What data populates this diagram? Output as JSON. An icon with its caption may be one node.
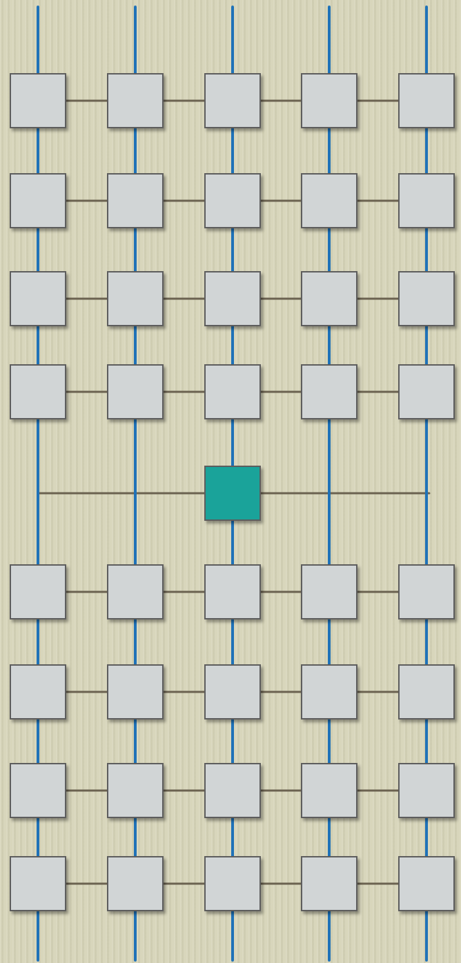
{
  "diagram": {
    "nodes": [
      {
        "text": [],
        "shape": "box"
      },
      {
        "text": [],
        "shape": "box"
      },
      {
        "text": [],
        "shape": "box"
      },
      {
        "text": [],
        "shape": "box"
      },
      {
        "text": [],
        "shape": "box"
      },
      {
        "text": [],
        "shape": "box"
      },
      {
        "text": [],
        "shape": "box"
      },
      {
        "text": [],
        "shape": "box"
      },
      {
        "text": [],
        "shape": "box"
      },
      {
        "text": [],
        "shape": "box"
      },
      {
        "text": [],
        "shape": "box"
      },
      {
        "text": [],
        "shape": "box"
      },
      {
        "text": [],
        "shape": "box"
      },
      {
        "text": [],
        "shape": "box"
      },
      {
        "text": [],
        "shape": "box"
      },
      {
        "text": [],
        "shape": "box"
      },
      {
        "text": [],
        "shape": "box"
      },
      {
        "text": [],
        "shape": "box"
      },
      {
        "text": [],
        "shape": "box"
      },
      {
        "text": [],
        "shape": "box"
      },
      {
        "text": [],
        "shape": "box"
      },
      {
        "text": [],
        "shape": "box"
      },
      {
        "text": [],
        "shape": "box"
      },
      {
        "text": [],
        "shape": "box"
      },
      {
        "text": [],
        "shape": "box"
      },
      {
        "text": [],
        "shape": "box"
      },
      {
        "text": [],
        "shape": "box"
      },
      {
        "text": [],
        "shape": "box"
      },
      {
        "text": [],
        "shape": "box"
      },
      {
        "text": [],
        "shape": "box"
      },
      {
        "text": [],
        "shape": "box"
      },
      {
        "text": [],
        "shape": "box"
      },
      {
        "text": [],
        "shape": "box"
      },
      {
        "text": [],
        "shape": "box"
      },
      {
        "text": [],
        "shape": "box"
      },
      {
        "text": [],
        "shape": "box"
      },
      {
        "text": [],
        "shape": "box"
      },
      {
        "text": [],
        "shape": "box"
      },
      {
        "text": [],
        "shape": "box"
      },
      {
        "text": [],
        "shape": "box"
      },
      {
        "text": [],
        "shape": "box"
      }
    ],
    "edges": [
      {
        "from": 0,
        "to": 1,
        "arrow": "none",
        "color": "#6b6250"
      },
      {
        "from": 1,
        "to": 2,
        "arrow": "none",
        "color": "#6b6250"
      },
      {
        "from": 2,
        "to": 3,
        "arrow": "none",
        "color": "#6b6250"
      },
      {
        "from": 3,
        "to": 4,
        "arrow": "none",
        "color": "#6b6250"
      },
      {
        "from": 5,
        "to": 6,
        "arrow": "none",
        "color": "#6b6250"
      },
      {
        "from": 6,
        "to": 7,
        "arrow": "none",
        "color": "#6b6250"
      },
      {
        "from": 7,
        "to": 8,
        "arrow": "none",
        "color": "#6b6250"
      },
      {
        "from": 8,
        "to": 9,
        "arrow": "none",
        "color": "#6b6250"
      },
      {
        "from": 10,
        "to": 11,
        "arrow": "none",
        "color": "#6b6250"
      },
      {
        "from": 11,
        "to": 12,
        "arrow": "none",
        "color": "#6b6250"
      },
      {
        "from": 12,
        "to": 13,
        "arrow": "none",
        "color": "#6b6250"
      },
      {
        "from": 13,
        "to": 14,
        "arrow": "none",
        "color": "#6b6250"
      },
      {
        "from": 15,
        "to": 16,
        "arrow": "none",
        "color": "#6b6250"
      },
      {
        "from": 16,
        "to": 17,
        "arrow": "none",
        "color": "#6b6250"
      },
      {
        "from": 17,
        "to": 18,
        "arrow": "none",
        "color": "#6b6250"
      },
      {
        "from": 18,
        "to": 19,
        "arrow": "none",
        "color": "#6b6250"
      },
      {
        "from": null,
        "to": 20,
        "arrow": "none",
        "color": "#6b6250"
      },
      {
        "from": 20,
        "to": null,
        "arrow": "none",
        "color": "#6b6250"
      },
      {
        "from": 21,
        "to": 22,
        "arrow": "none",
        "color": "#6b6250"
      },
      {
        "from": 22,
        "to": 23,
        "arrow": "none",
        "color": "#6b6250"
      },
      {
        "from": 23,
        "to": 24,
        "arrow": "none",
        "color": "#6b6250"
      },
      {
        "from": 24,
        "to": 25,
        "arrow": "none",
        "color": "#6b6250"
      },
      {
        "from": 26,
        "to": 27,
        "arrow": "none",
        "color": "#6b6250"
      },
      {
        "from": 27,
        "to": 28,
        "arrow": "none",
        "color": "#6b6250"
      },
      {
        "from": 28,
        "to": 29,
        "arrow": "none",
        "color": "#6b6250"
      },
      {
        "from": 29,
        "to": 30,
        "arrow": "none",
        "color": "#6b6250"
      },
      {
        "from": 31,
        "to": 32,
        "arrow": "none",
        "color": "#6b6250"
      },
      {
        "from": 32,
        "to": 33,
        "arrow": "none",
        "color": "#6b6250"
      },
      {
        "from": 33,
        "to": 34,
        "arrow": "none",
        "color": "#6b6250"
      },
      {
        "from": 34,
        "to": 35,
        "arrow": "none",
        "color": "#6b6250"
      },
      {
        "from": 36,
        "to": 37,
        "arrow": "none",
        "color": "#6b6250"
      },
      {
        "from": 37,
        "to": 38,
        "arrow": "none",
        "color": "#6b6250"
      },
      {
        "from": 38,
        "to": 39,
        "arrow": "none",
        "color": "#6b6250"
      },
      {
        "from": 39,
        "to": 40,
        "arrow": "none",
        "color": "#6b6250"
      },
      {
        "from": null,
        "to": 0,
        "arrow": "none"
      },
      {
        "from": 0,
        "to": 5,
        "arrow": "none"
      },
      {
        "from": 5,
        "to": 10,
        "arrow": "none"
      },
      {
        "from": 10,
        "to": 15,
        "arrow": "none"
      },
      {
        "from": 15,
        "to": 21,
        "arrow": "none"
      },
      {
        "from": 21,
        "to": 26,
        "arrow": "none"
      },
      {
        "from": 26,
        "to": 31,
        "arrow": "none"
      },
      {
        "from": 31,
        "to": 36,
        "arrow": "none"
      },
      {
        "from": 36,
        "to": null,
        "arrow": "none"
      },
      {
        "from": null,
        "to": 1,
        "arrow": "none"
      },
      {
        "from": 1,
        "to": 6,
        "arrow": "none"
      },
      {
        "from": 6,
        "to": 11,
        "arrow": "none"
      },
      {
        "from": 11,
        "to": 16,
        "arrow": "none"
      },
      {
        "from": 16,
        "to": 22,
        "arrow": "none"
      },
      {
        "from": 22,
        "to": 27,
        "arrow": "none"
      },
      {
        "from": 27,
        "to": 32,
        "arrow": "none"
      },
      {
        "from": 32,
        "to": 37,
        "arrow": "none"
      },
      {
        "from": 37,
        "to": null,
        "arrow": "none"
      },
      {
        "from": null,
        "to": 2,
        "arrow": "none"
      },
      {
        "from": 2,
        "to": 7,
        "arrow": "none"
      },
      {
        "from": 7,
        "to": 12,
        "arrow": "none"
      },
      {
        "from": 12,
        "to": 17,
        "arrow": "none"
      },
      {
        "from": 17,
        "to": 20,
        "arrow": "none"
      },
      {
        "from": 20,
        "to": 23,
        "arrow": "none"
      },
      {
        "from": 23,
        "to": 28,
        "arrow": "none"
      },
      {
        "from": 28,
        "to": 33,
        "arrow": "none"
      },
      {
        "from": 33,
        "to": 38,
        "arrow": "none"
      },
      {
        "from": 38,
        "to": null,
        "arrow": "none"
      },
      {
        "from": null,
        "to": 3,
        "arrow": "none"
      },
      {
        "from": 3,
        "to": 8,
        "arrow": "none"
      },
      {
        "from": 8,
        "to": 13,
        "arrow": "none"
      },
      {
        "from": 13,
        "to": 18,
        "arrow": "none"
      },
      {
        "from": 18,
        "to": 24,
        "arrow": "none"
      },
      {
        "from": 24,
        "to": 29,
        "arrow": "none"
      },
      {
        "from": 29,
        "to": 34,
        "arrow": "none"
      },
      {
        "from": 34,
        "to": 39,
        "arrow": "none"
      },
      {
        "from": 39,
        "to": null,
        "arrow": "none"
      },
      {
        "from": null,
        "to": 4,
        "arrow": "none"
      },
      {
        "from": 4,
        "to": 9,
        "arrow": "none"
      },
      {
        "from": 9,
        "to": 14,
        "arrow": "none"
      },
      {
        "from": 14,
        "to": 19,
        "arrow": "none"
      },
      {
        "from": 19,
        "to": 25,
        "arrow": "none"
      },
      {
        "from": 25,
        "to": 30,
        "arrow": "none"
      },
      {
        "from": 30,
        "to": 35,
        "arrow": "none"
      },
      {
        "from": 35,
        "to": 40,
        "arrow": "none"
      },
      {
        "from": 40,
        "to": null,
        "arrow": "none"
      }
    ]
  }
}
